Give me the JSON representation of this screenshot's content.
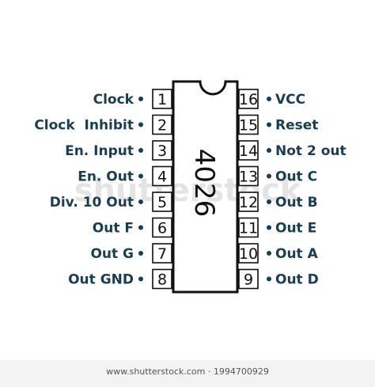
{
  "chip": {
    "name": "4026"
  },
  "left_pins": [
    {
      "number": "1",
      "label": "Clock"
    },
    {
      "number": "2",
      "label": "Clock  Inhibit"
    },
    {
      "number": "3",
      "label": "En. Input"
    },
    {
      "number": "4",
      "label": "En. Out"
    },
    {
      "number": "5",
      "label": "Div. 10 Out"
    },
    {
      "number": "6",
      "label": "Out F"
    },
    {
      "number": "7",
      "label": "Out G"
    },
    {
      "number": "8",
      "label": "Out GND"
    }
  ],
  "right_pins": [
    {
      "number": "16",
      "label": "VCC"
    },
    {
      "number": "15",
      "label": "Reset"
    },
    {
      "number": "14",
      "label": "Not 2 out"
    },
    {
      "number": "13",
      "label": "Out C"
    },
    {
      "number": "12",
      "label": "Out B"
    },
    {
      "number": "11",
      "label": "Out E"
    },
    {
      "number": "10",
      "label": "Out A"
    },
    {
      "number": "9",
      "label": "Out D"
    }
  ],
  "watermark": {
    "text": "shutterstock"
  },
  "footer": {
    "text": "www.shutterstock.com · 1994700929"
  },
  "colors": {
    "label": "#1a3d4f",
    "outline": "#111111"
  }
}
